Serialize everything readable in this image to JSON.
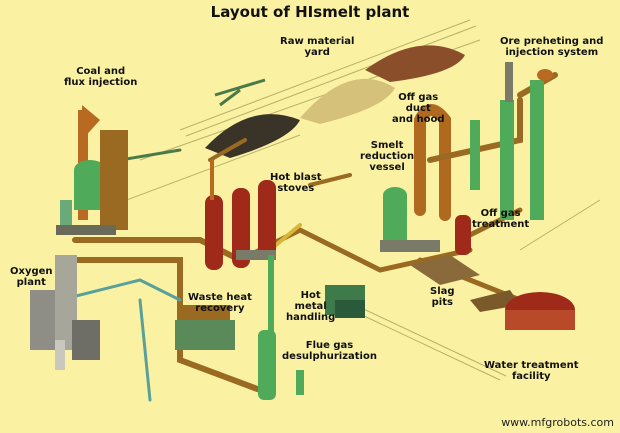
{
  "title": "Layout of HIsmelt plant",
  "labels": {
    "raw_material": "Raw material\nyard",
    "ore_preheating": "Ore preheting and\ninjection system",
    "coal_flux": "Coal and\nflux injection",
    "off_gas_duct": "Off gas\nduct\nand hood",
    "smelt_reduction": "Smelt\nreduction\nvessel",
    "hot_blast": "Hot blast\nstoves",
    "off_gas_treatment": "Off gas\ntreatment",
    "oxygen_plant": "Oxygen\nplant",
    "waste_heat": "Waste heat\nrecovery",
    "hot_metal": "Hot\nmetal\nhandling",
    "slag_pits": "Slag\npits",
    "flue_gas": "Flue gas\ndesulphurization",
    "water_treatment": "Water treatment\nfacility"
  },
  "watermark": "www.mfgrobots.com",
  "colors": {
    "background": "#faf2a2",
    "pipe_brown": "#9a6a22",
    "stove_red": "#a02a1a",
    "vessel_green": "#3f9a4a",
    "plant_gray": "#8e8e86"
  }
}
